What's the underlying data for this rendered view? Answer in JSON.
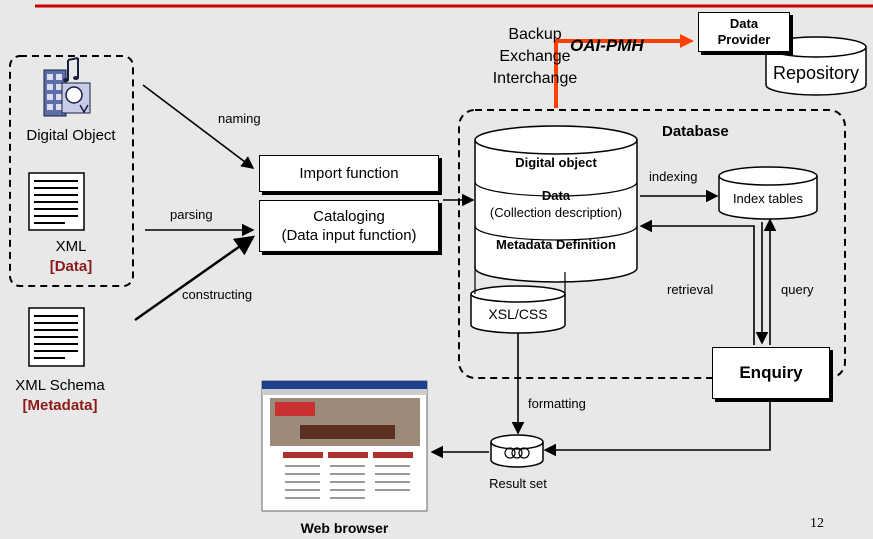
{
  "protocol": {
    "label": "OAI-PMH",
    "purposes": [
      "Backup",
      "Exchange",
      "Interchange"
    ]
  },
  "data_provider": {
    "line1": "Data",
    "line2": "Provider"
  },
  "repository": "Repository",
  "inputs": {
    "digital_object": "Digital Object",
    "xml": "XML",
    "xml_tag": "[Data]",
    "xml_schema": "XML Schema",
    "xml_schema_tag": "[Metadata]"
  },
  "edges": {
    "naming": "naming",
    "parsing": "parsing",
    "constructing": "constructing",
    "indexing": "indexing",
    "retrieval": "retrieval",
    "query": "query",
    "formatting": "formatting"
  },
  "functions": {
    "import": "Import function",
    "cataloging_line1": "Cataloging",
    "cataloging_line2": "(Data input function)"
  },
  "database": {
    "title": "Database",
    "digital_object": "Digital object",
    "data": "Data",
    "data_sub": "(Collection description)",
    "metadata": "Metadata Definition"
  },
  "index_tables": "Index tables",
  "xsl_css": "XSL/CSS",
  "enquiry": "Enquiry",
  "result_set": "Result set",
  "web_browser": "Web browser",
  "page_number": "12",
  "colors": {
    "title_rule": "#cc0000",
    "oai_arrow": "#ff4000",
    "tag_text": "#8b1a1a",
    "background": "#e8e8e8"
  }
}
